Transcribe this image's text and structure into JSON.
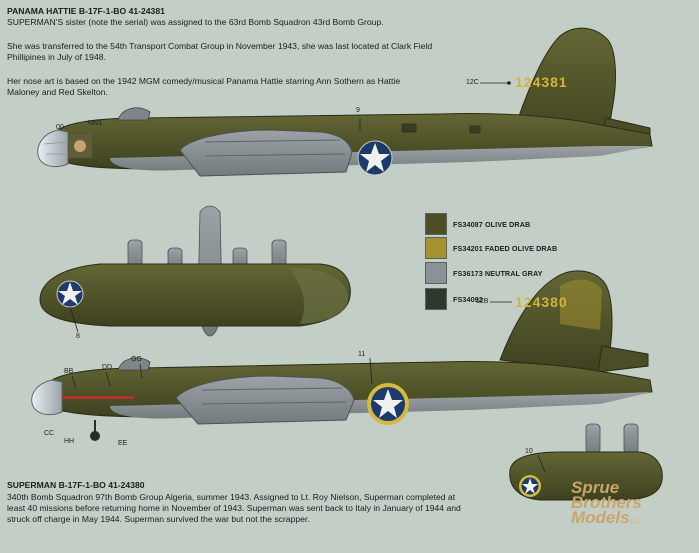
{
  "header": {
    "title": "PANAMA HATTIE B-17F-1-BO 41-24381",
    "lines": [
      "SUPERMAN'S sister (note the serial) was assigned to the 63rd Bomb Squadron 43rd Bomb Group.",
      "She was transferred to the 54th Transport Combat Group in November 1943, she was last located at Clark Field Phillipines in July of 1948.",
      "Her nose art is based on the 1942 MGM comedy/musical Panama Hattie starring Ann Sothern as Hattie Maloney and Red Skelton."
    ]
  },
  "aircraft_top": {
    "serial": "124381",
    "callouts": {
      "c12": "12C",
      "c9": "9",
      "c00": "00",
      "nn1": "NN1"
    }
  },
  "aircraft_bottom": {
    "serial": "124380",
    "callouts": {
      "c12b": "12B",
      "c11": "11",
      "bb": "BB",
      "dd": "DD",
      "gg": "GG",
      "cc": "CC",
      "hh": "HH",
      "ee": "EE"
    }
  },
  "wing_view": {
    "callout": "8"
  },
  "tail_view": {
    "callout": "10"
  },
  "colors": {
    "items": [
      {
        "code": "FS34087 OLIVE DRAB",
        "hex": "#4d4e25"
      },
      {
        "code": "FS34201 FADED OLIVE DRAB",
        "hex": "#a5912f"
      },
      {
        "code": "FS36173 NEUTRAL GRAY",
        "hex": "#8b9296"
      },
      {
        "code": "FS34092",
        "hex": "#2c3a2b"
      }
    ]
  },
  "footer": {
    "title": "SUPERMAN B-17F-1-BO 41-24380",
    "text": "340th Bomb Squadron 97th Bomb Group Algeria, summer 1943. Assigned to Lt. Roy Nielson, Superman completed at least 40 missions before returning home in November of 1943. Superman was sent back to Italy in January of 1944 and struck off charge in May 1944. Superman survived the war but not the scrapper."
  },
  "watermark": {
    "line1": "Sprue",
    "line2": "Brothers",
    "line3": "Models",
    "suffix": "LLC"
  }
}
